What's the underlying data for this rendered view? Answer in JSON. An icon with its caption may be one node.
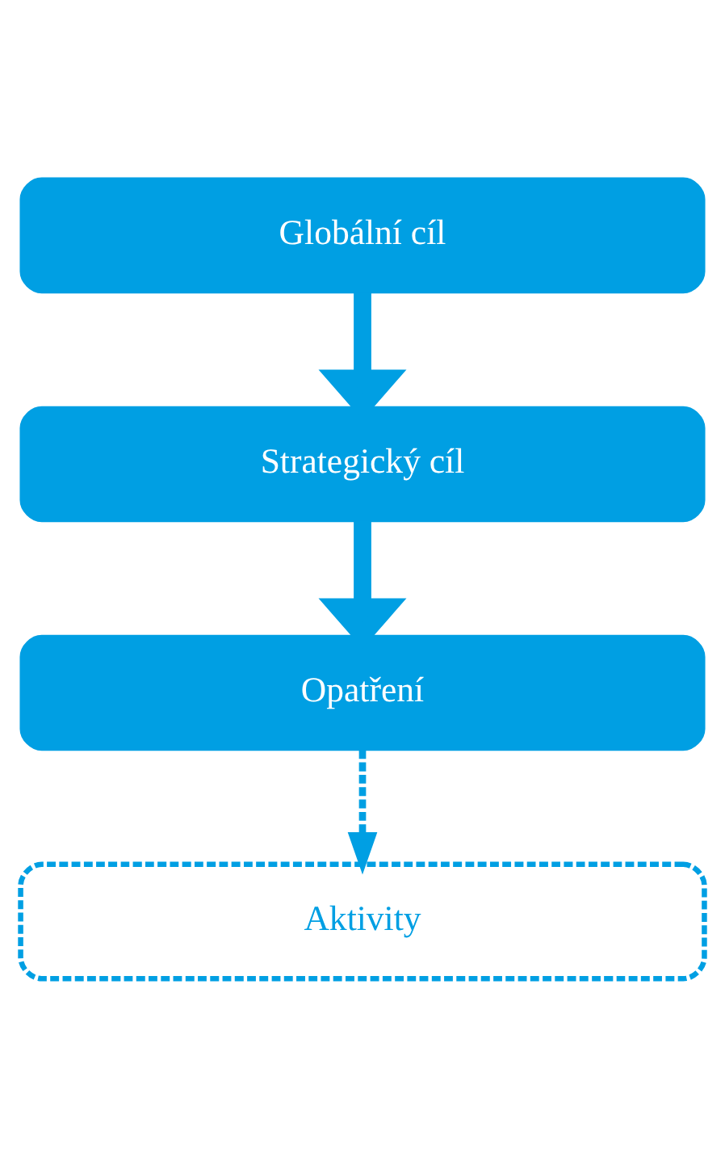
{
  "diagram": {
    "nodes": [
      {
        "text": [
          "Globální cíl"
        ]
      },
      {
        "text": [
          "Strategický cíl"
        ]
      },
      {
        "text": [
          "Opatření"
        ]
      },
      {
        "text": [
          "Aktivity"
        ]
      }
    ],
    "edges": [
      {
        "from": 0,
        "to": 1,
        "arrow": "to"
      },
      {
        "from": 1,
        "to": 2,
        "arrow": "to"
      },
      {
        "from": 2,
        "to": 3,
        "arrow": "to",
        "style": "dashed"
      }
    ]
  }
}
